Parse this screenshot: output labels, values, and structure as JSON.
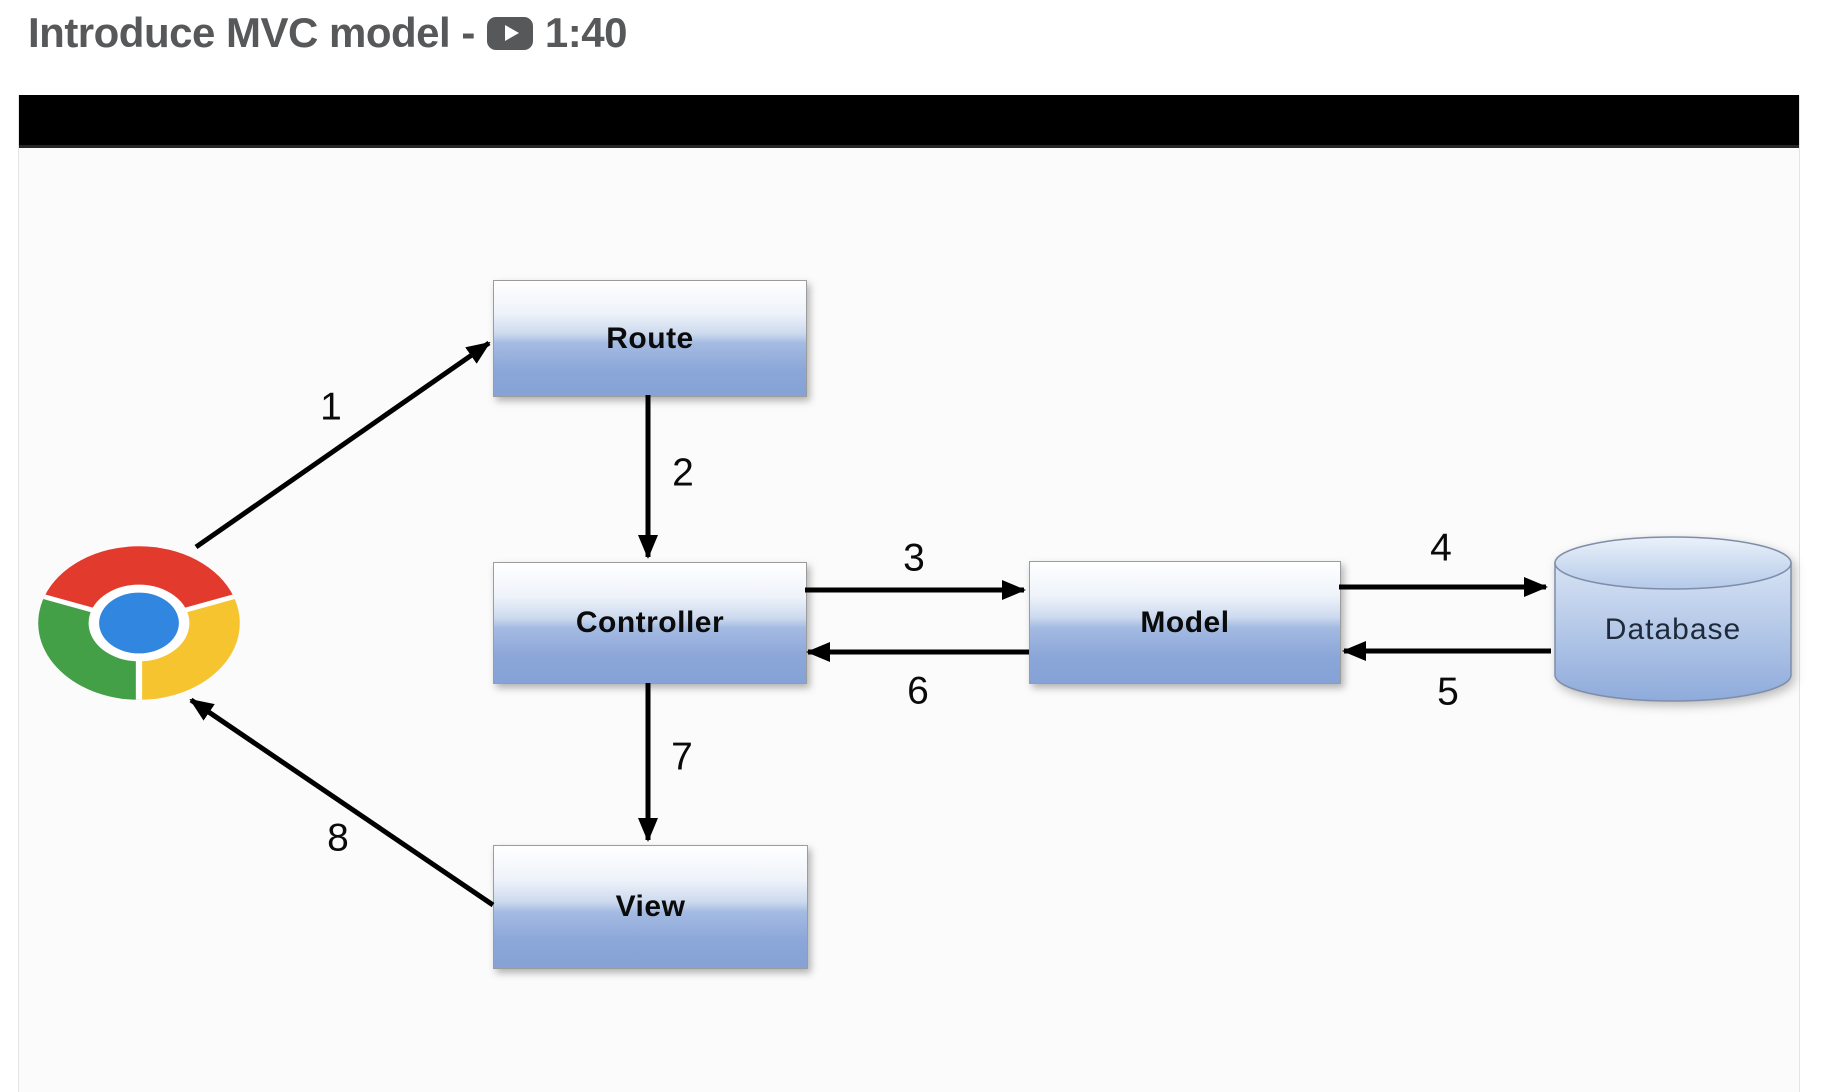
{
  "header": {
    "title_prefix": "Introduce MVC model -",
    "duration": "1:40"
  },
  "diagram": {
    "nodes": {
      "browser": {
        "label": "",
        "type": "chrome-browser-logo"
      },
      "route": {
        "label": "Route"
      },
      "controller": {
        "label": "Controller"
      },
      "model": {
        "label": "Model"
      },
      "view": {
        "label": "View"
      },
      "database": {
        "label": "Database",
        "type": "cylinder"
      }
    },
    "steps": [
      {
        "n": "1",
        "from": "Browser",
        "to": "Route"
      },
      {
        "n": "2",
        "from": "Route",
        "to": "Controller"
      },
      {
        "n": "3",
        "from": "Controller",
        "to": "Model"
      },
      {
        "n": "4",
        "from": "Model",
        "to": "Database"
      },
      {
        "n": "5",
        "from": "Database",
        "to": "Model"
      },
      {
        "n": "6",
        "from": "Model",
        "to": "Controller"
      },
      {
        "n": "7",
        "from": "Controller",
        "to": "View"
      },
      {
        "n": "8",
        "from": "View",
        "to": "Browser"
      }
    ],
    "colors": {
      "title_gray": "#57585a",
      "box_gradient_top": "#ffffff",
      "box_gradient_bottom": "#86a2d6",
      "arrow_black": "#000000",
      "chrome_red": "#e23b2e",
      "chrome_green": "#43a047",
      "chrome_yellow": "#f6c42e",
      "chrome_blue": "#3186e0",
      "video_bar_black": "#000000",
      "canvas_background": "#fbfbfb"
    }
  }
}
